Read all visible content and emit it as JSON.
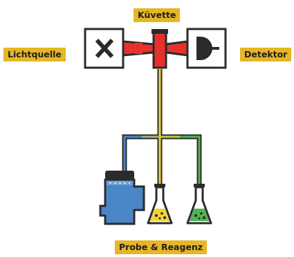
{
  "labels": {
    "cuvette": "Küvette",
    "light_source": "Lichtquelle",
    "detector": "Detektor",
    "sample_reagent": "Probe & Reagenz"
  },
  "colors": {
    "outline": "#2b2b2b",
    "label_bg": "#e5b625",
    "cuvette_red": "#e8302d",
    "line_blue": "#4a86c6",
    "line_yellow": "#f2d33a",
    "line_green": "#52b353",
    "reservoir_blue": "#4a86c6",
    "reservoir_cap": "#2b2b2b"
  },
  "icons": [
    "light-source-x-icon",
    "detector-icon",
    "cuvette-icon",
    "reservoir-icon",
    "sample-flask-icon",
    "reagent-flask-icon"
  ]
}
